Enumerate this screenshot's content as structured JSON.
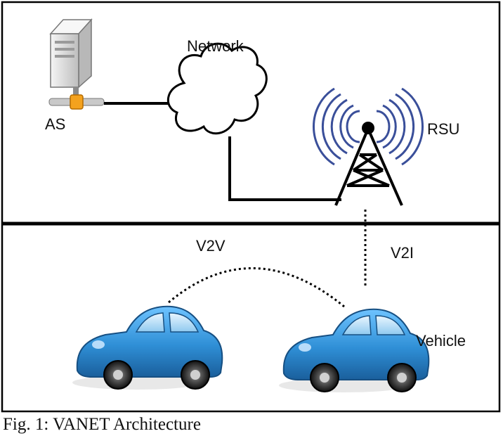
{
  "labels": {
    "as": "AS",
    "network": "Network",
    "rsu": "RSU",
    "v2v": "V2V",
    "v2i": "V2I",
    "vehicle": "Vehicle"
  },
  "caption": "Fig. 1: VANET Architecture",
  "colors": {
    "wire": "#000000",
    "signal_waves": "#3a4f9a",
    "car_body": "#2f8fd6",
    "car_body_dark": "#1a5f9c",
    "server_body": "#e6e6e6",
    "connector": "#f4a21e"
  },
  "icons": [
    "server-icon",
    "cloud-icon",
    "antenna-tower-icon",
    "car-icon"
  ]
}
